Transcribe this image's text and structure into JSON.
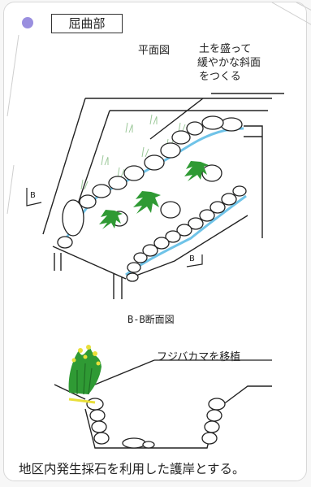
{
  "tag": {
    "label": "屈曲部",
    "dot_color": "#9a8fdf"
  },
  "plan": {
    "title": "平面図",
    "note_lines": [
      "土を盛って",
      "緩やかな斜面",
      "をつくる"
    ],
    "section_markers": [
      "B",
      "B"
    ]
  },
  "section": {
    "title": "B-B断面図",
    "plant_note": "フジバカマを移植"
  },
  "footer": "地区内発生採石を利用した護岸とする。",
  "colors": {
    "water_edge": "#6fc3e8",
    "plant": "#2f9a34",
    "flower": "#e9df3a"
  }
}
